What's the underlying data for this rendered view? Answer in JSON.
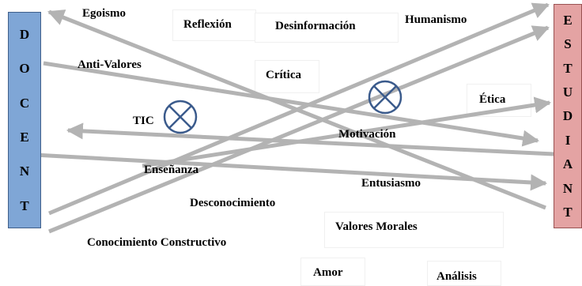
{
  "docente": {
    "letters": [
      "D",
      "O",
      "C",
      "E",
      "N",
      "T"
    ]
  },
  "estudiante": {
    "letters": [
      "E",
      "S",
      "T",
      "U",
      "D",
      "I",
      "A",
      "N",
      "T"
    ]
  },
  "words": {
    "egoismo": "Egoismo",
    "reflexion": "Reflexión",
    "desinformacion": "Desinformación",
    "humanismo": "Humanismo",
    "anti_valores": "Anti-Valores",
    "critica": "Crítica",
    "etica": "Ética",
    "tic": "TIC",
    "motivacion": "Motivación",
    "ensenanza": "Enseñanza",
    "entusiasmo": "Entusiasmo",
    "desconocimiento": "Desconocimiento",
    "valores_morales": "Valores Morales",
    "conocimiento_constructivo": "Conocimiento Constructivo",
    "amor": "Amor",
    "analisis": "Análisis"
  },
  "colors": {
    "arrow": "#b3b3b3",
    "docente_fill": "#7fa6d6",
    "estudiante_fill": "#e4a3a3",
    "blocked_circle": "#3b5b8c"
  }
}
